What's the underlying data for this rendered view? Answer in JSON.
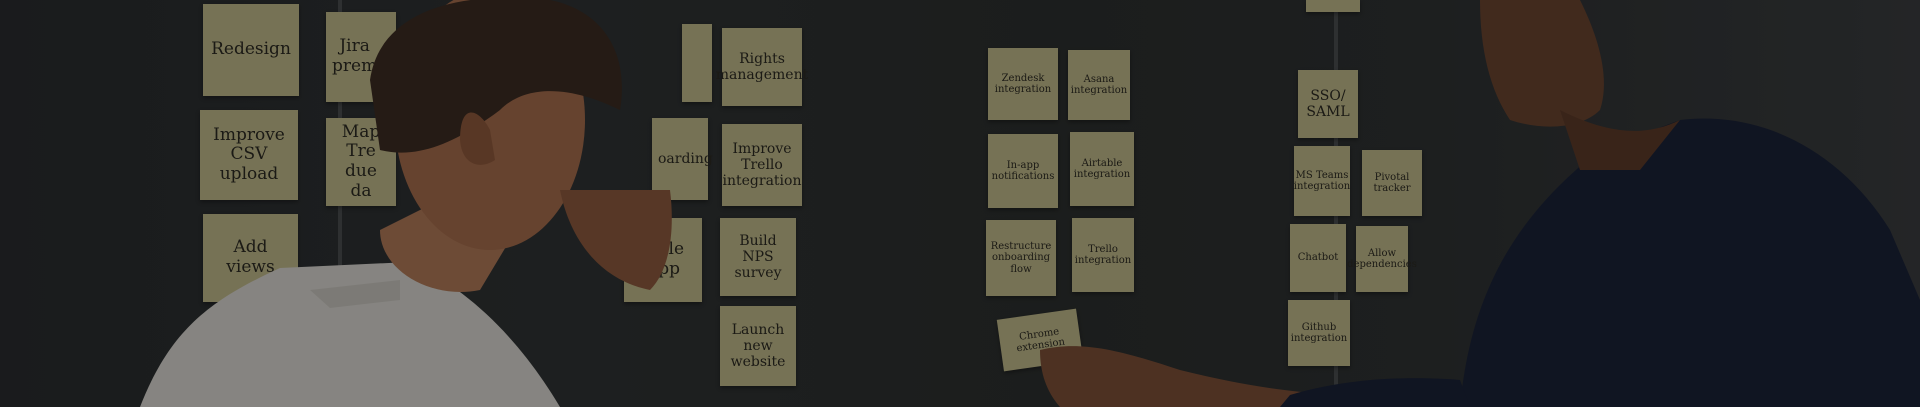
{
  "notes": [
    {
      "text": "Redesign"
    },
    {
      "text": "Improve\nCSV upload"
    },
    {
      "text": "Add\nviews"
    },
    {
      "text": "Jira\nprem"
    },
    {
      "text": "Map Tre\ndue da"
    },
    {
      "text": "Rights\nmanagement"
    },
    {
      "text": "Improve\nTrello\nintegration"
    },
    {
      "text": "Build\nNPS\nsurvey"
    },
    {
      "text": "Launch\nnew\nwebsite"
    },
    {
      "text": "oarding"
    },
    {
      "text": "obile\nApp"
    },
    {
      "text": "Zendesk\nintegration"
    },
    {
      "text": "Asana\nintegration"
    },
    {
      "text": "In-app\nnotifications"
    },
    {
      "text": "Airtable\nintegration"
    },
    {
      "text": "Restructure\nonboarding\nflow"
    },
    {
      "text": "Trello\nintegration"
    },
    {
      "text": "Chrome\nextension"
    },
    {
      "text": "SSO/\nSAML"
    },
    {
      "text": "MS Teams\nintegration"
    },
    {
      "text": "Pivotal\ntracker"
    },
    {
      "text": "Chatbot"
    },
    {
      "text": "Allow\ndependencies"
    },
    {
      "text": "Github\nintegration"
    }
  ],
  "colors": {
    "sticky_note": "#bfb88a",
    "board": "#2f3233",
    "shirt_left": "#d8d6d0",
    "shirt_right": "#1b2238"
  }
}
